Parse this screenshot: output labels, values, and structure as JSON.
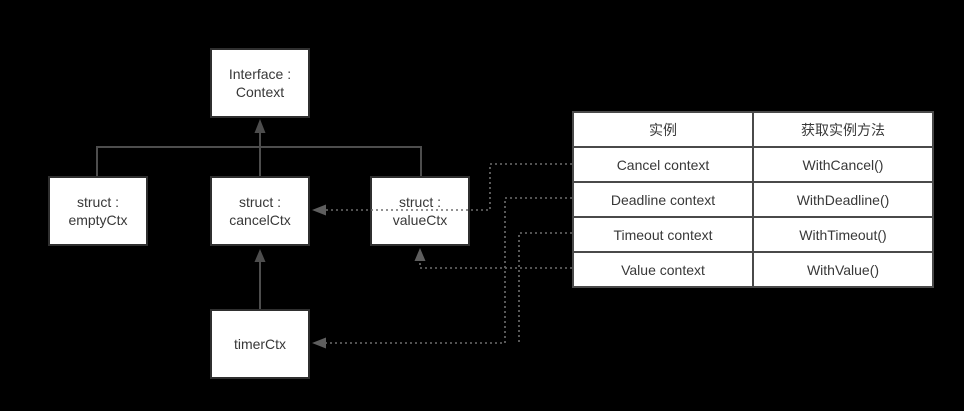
{
  "nodes": {
    "interface": {
      "line1": "Interface :",
      "line2": "Context"
    },
    "empty": {
      "line1": "struct :",
      "line2": "emptyCtx"
    },
    "cancel": {
      "line1": "struct :",
      "line2": "cancelCtx"
    },
    "value": {
      "line1": "struct :",
      "line2": "valueCtx"
    },
    "timer": {
      "line1": "timerCtx"
    }
  },
  "table": {
    "headers": [
      "实例",
      "获取实例方法"
    ],
    "rows": [
      [
        "Cancel context",
        "WithCancel()"
      ],
      [
        "Deadline context",
        "WithDeadline()"
      ],
      [
        "Timeout context",
        "WithTimeout()"
      ],
      [
        "Value context",
        "WithValue()"
      ]
    ]
  },
  "edges": [
    {
      "from": "emptyCtx",
      "to": "Interface Context",
      "style": "solid"
    },
    {
      "from": "cancelCtx",
      "to": "Interface Context",
      "style": "solid-arrow"
    },
    {
      "from": "valueCtx",
      "to": "Interface Context",
      "style": "solid"
    },
    {
      "from": "timerCtx",
      "to": "cancelCtx",
      "style": "solid-arrow"
    },
    {
      "from": "Cancel context",
      "to": "cancelCtx",
      "style": "dotted-arrow"
    },
    {
      "from": "Deadline context",
      "to": "timerCtx",
      "style": "dotted-arrow"
    },
    {
      "from": "Timeout context",
      "to": "timerCtx",
      "style": "dotted-arrow"
    },
    {
      "from": "Value context",
      "to": "valueCtx",
      "style": "dotted-arrow"
    }
  ],
  "colors": {
    "background": "#000000",
    "node_fill": "#ffffff",
    "node_border": "#2f2f2f",
    "node_text": "#383838",
    "solid_line": "#4d4d4d",
    "dotted_line": "#6e6e6e",
    "table_border": "#4a4a4a"
  }
}
